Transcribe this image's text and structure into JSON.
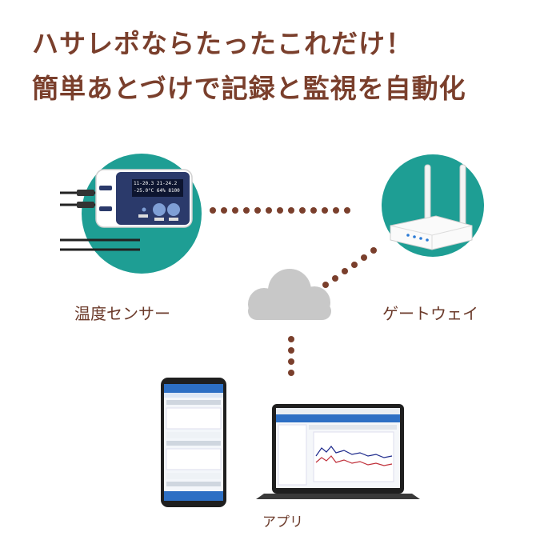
{
  "headline": {
    "line1": "ハサレポならたったこれだけ！",
    "line2": "簡単あとづけで記録と監視を自動化"
  },
  "labels": {
    "sensor": "温度センサー",
    "gateway": "ゲートウェイ",
    "app": "アプリ"
  },
  "sensor_display": {
    "line1": "11-20.3  21-24.2",
    "line2": "-25.0°C  64%  8100"
  },
  "colors": {
    "teal": "#1e9e94",
    "brown": "#7a3f2c",
    "cloud": "#c8c8c8",
    "device_navy": "#2b3a6b"
  },
  "icons": [
    "sensor-device-icon",
    "gateway-router-icon",
    "cloud-icon",
    "smartphone-icon",
    "laptop-icon"
  ]
}
